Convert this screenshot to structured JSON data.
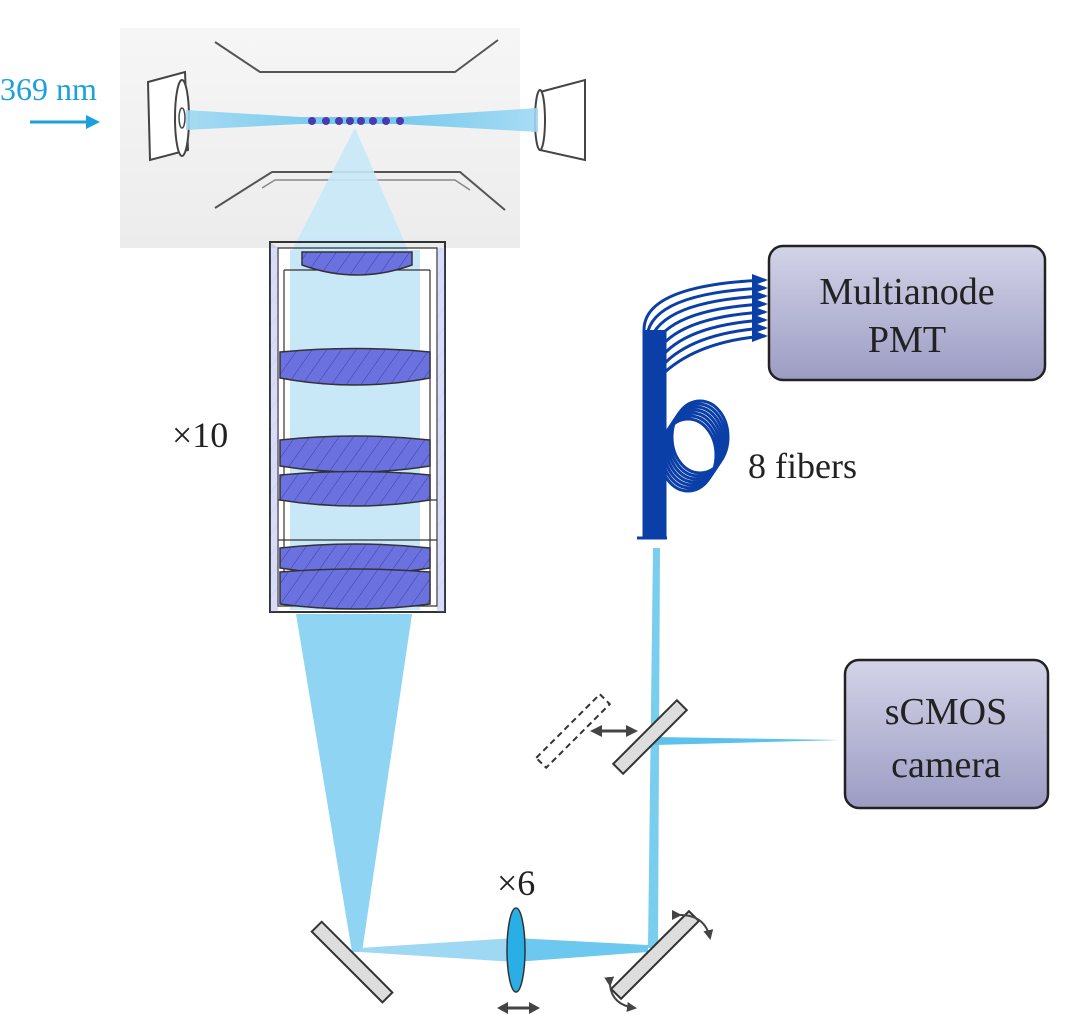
{
  "labels": {
    "laser_wavelength": "369 nm",
    "objective_magnification": "×10",
    "lens_magnification": "×6",
    "fibers": "8 fibers",
    "pmt_line1": "Multianode",
    "pmt_line2": "PMT",
    "camera_line1": "sCMOS",
    "camera_line2": "camera"
  },
  "colors": {
    "laser_text": "#1aa0dc",
    "beam_light": "#a9dcf5",
    "beam_mid": "#7fcdef",
    "lens_fill": "#6b72e0",
    "fiber": "#0b3fa8",
    "detector_fill": "#b7b7d6",
    "ion": "#4a3ab0"
  }
}
